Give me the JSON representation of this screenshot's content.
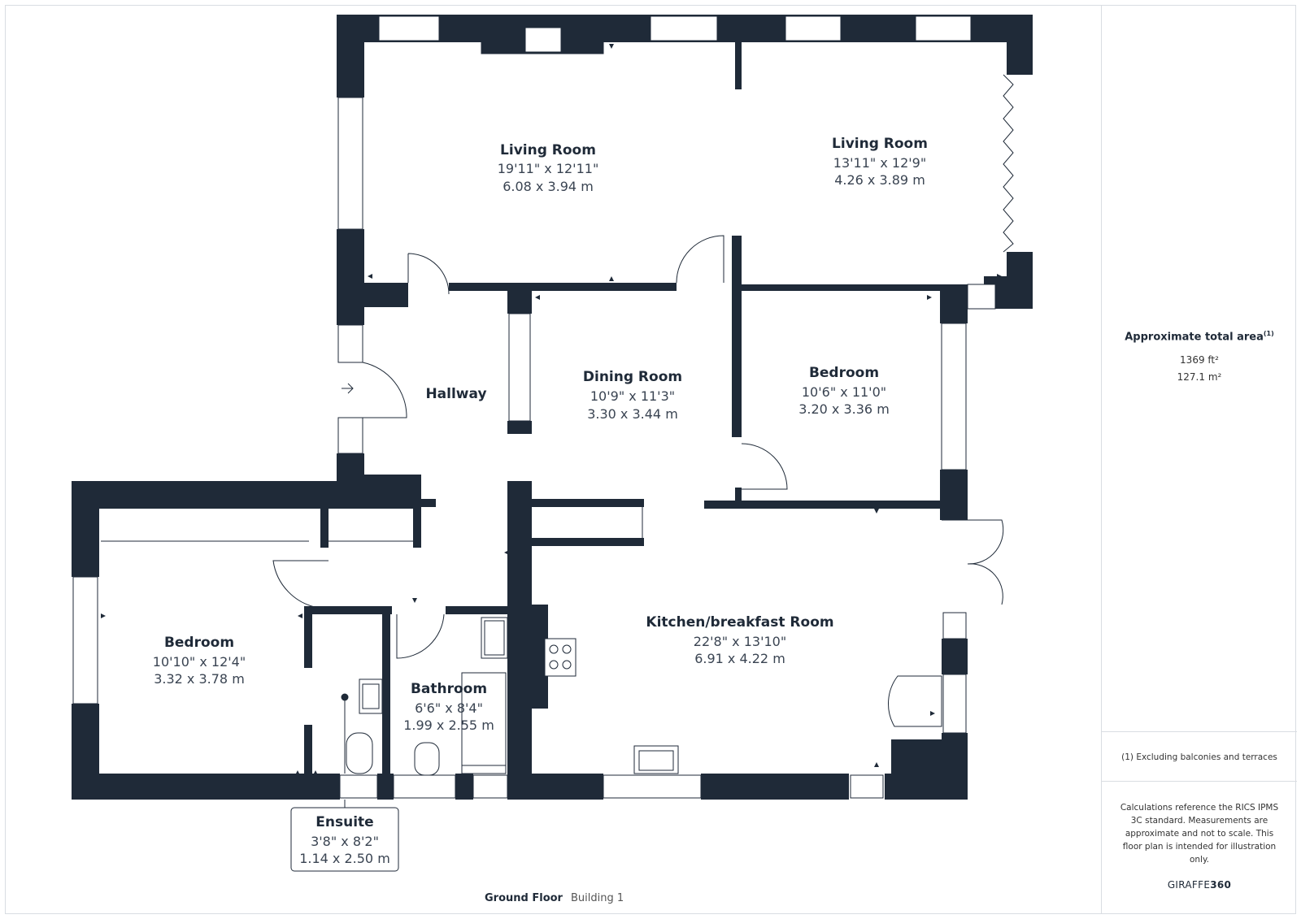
{
  "rooms": {
    "living1": {
      "name": "Living Room",
      "imperial": "19'11\" x 12'11\"",
      "metric": "6.08 x 3.94 m"
    },
    "living2": {
      "name": "Living Room",
      "imperial": "13'11\" x 12'9\"",
      "metric": "4.26 x 3.89 m"
    },
    "hallway": {
      "name": "Hallway"
    },
    "dining": {
      "name": "Dining Room",
      "imperial": "10'9\" x 11'3\"",
      "metric": "3.30 x 3.44 m"
    },
    "bedroom1": {
      "name": "Bedroom",
      "imperial": "10'6\" x 11'0\"",
      "metric": "3.20 x 3.36 m"
    },
    "kitchen": {
      "name": "Kitchen/breakfast Room",
      "imperial": "22'8\" x 13'10\"",
      "metric": "6.91 x 4.22 m"
    },
    "bedroom2": {
      "name": "Bedroom",
      "imperial": "10'10\" x 12'4\"",
      "metric": "3.32 x 3.78 m"
    },
    "bathroom": {
      "name": "Bathroom",
      "imperial": "6'6\" x 8'4\"",
      "metric": "1.99 x 2.55 m"
    },
    "ensuite": {
      "name": "Ensuite",
      "imperial": "3'8\" x 8'2\"",
      "metric": "1.14 x 2.50 m"
    }
  },
  "sidebar": {
    "area_title": "Approximate total area",
    "area_title_note": "(1)",
    "area_ft": "1369 ft²",
    "area_m": "127.1 m²",
    "footnote": "(1) Excluding balconies and terraces",
    "disclaimer": "Calculations reference the RICS IPMS 3C standard. Measurements are approximate and not to scale. This floor plan is intended for illustration only.",
    "brand_a": "GIRAFFE",
    "brand_b": "360"
  },
  "footer": {
    "floor": "Ground Floor",
    "building": "Building 1"
  },
  "colors": {
    "wall": "#1f2a38",
    "window": "#ffffff",
    "text": "#1f2a38"
  }
}
